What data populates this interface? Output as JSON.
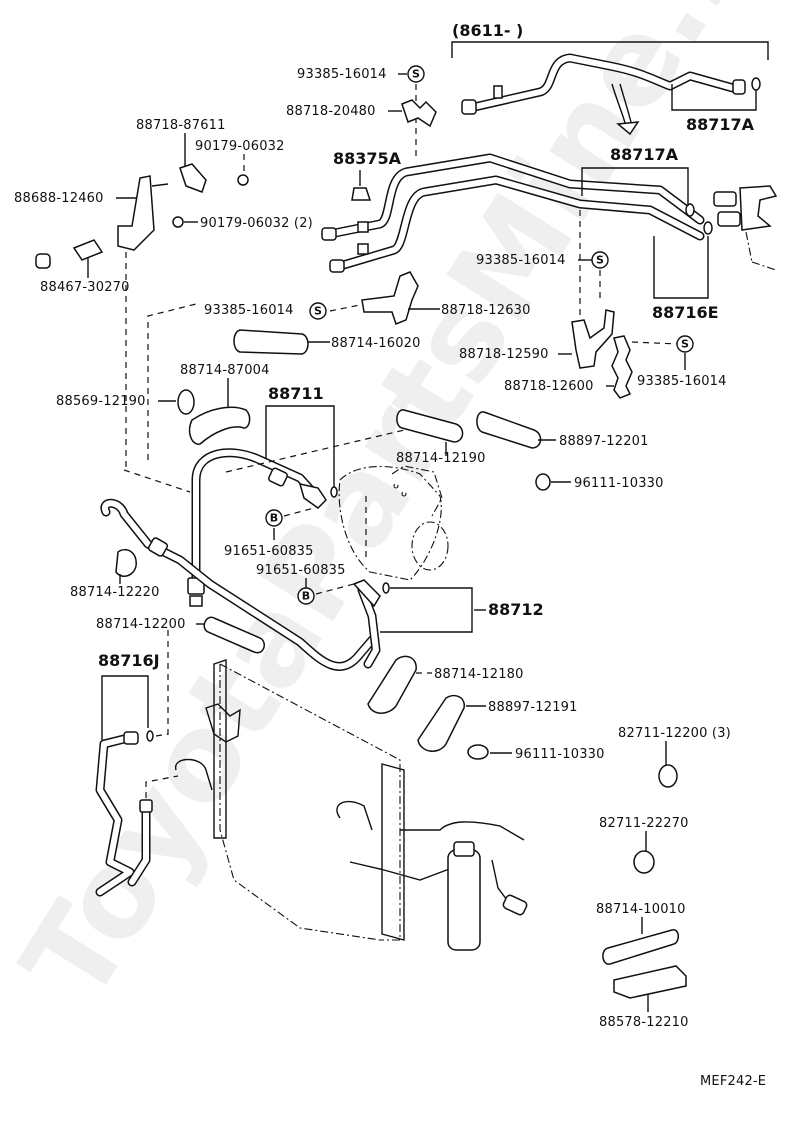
{
  "diagram": {
    "title_code": "MEF242-E",
    "watermark": "ToyotaPartsMine.ru",
    "group_label": "(8611-          )",
    "symbol_s": "S",
    "symbol_b": "B",
    "labels": {
      "p93385_top": "93385-16014",
      "p88718_20480": "88718-20480",
      "p88718_87611": "88718-87611",
      "p90179_06032": "90179-06032",
      "p88375A": "88375A",
      "p88688_12460": "88688-12460",
      "p90179_06032_2": "90179-06032 (2)",
      "p88467_30270": "88467-30270",
      "p88717A_top": "88717A",
      "p88717A_mid": "88717A",
      "p93385_right1": "93385-16014",
      "p88716E": "88716E",
      "p93385_left": "93385-16014",
      "p88718_12630": "88718-12630",
      "p88714_16020": "88714-16020",
      "p88718_12590": "88718-12590",
      "p88718_12600": "88718-12600",
      "p93385_right2": "93385-16014",
      "p88714_87004": "88714-87004",
      "p88569_12190": "88569-12190",
      "p88711": "88711",
      "p88714_12190": "88714-12190",
      "p88897_12201": "88897-12201",
      "p96111_10330_a": "96111-10330",
      "p91651_60835_a": "91651-60835",
      "p91651_60835_b": "91651-60835",
      "p88714_12220": "88714-12220",
      "p88712": "88712",
      "p88714_12200": "88714-12200",
      "p88716J": "88716J",
      "p88714_12180": "88714-12180",
      "p88897_12191": "88897-12191",
      "p96111_10330_b": "96111-10330",
      "p82711_12200": "82711-12200 (3)",
      "p82711_22270": "82711-22270",
      "p88714_10010": "88714-10010",
      "p88578_12210": "88578-12210"
    }
  }
}
